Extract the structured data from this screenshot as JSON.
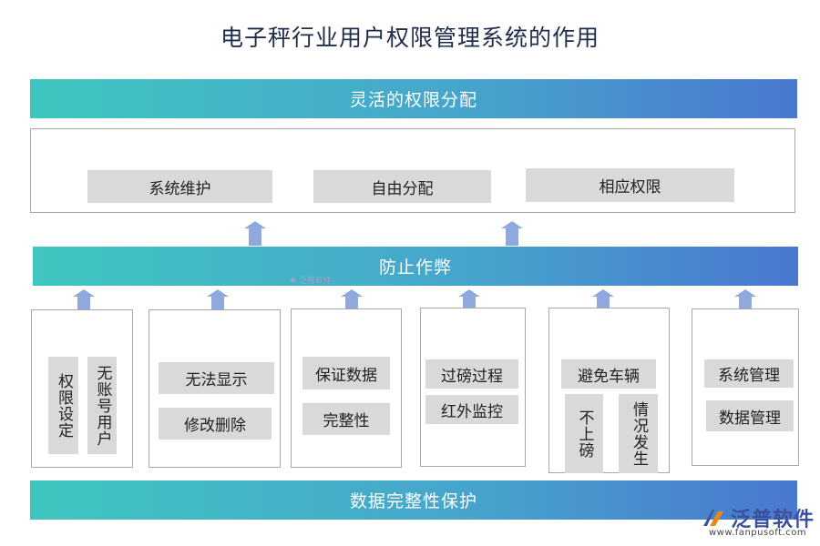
{
  "title": "电子秤行业用户权限管理系统的作用",
  "top_band": "灵活的权限分配",
  "top_items": [
    "系统维护",
    "自由分配",
    "相应权限"
  ],
  "middle_band": "防止作弊",
  "columns": [
    {
      "items": [
        "权限设定",
        "无账号用户"
      ]
    },
    {
      "items": [
        "无法显示",
        "修改删除"
      ]
    },
    {
      "items": [
        "保证数据",
        "完整性"
      ]
    },
    {
      "items": [
        "过磅过程",
        "红外监控"
      ]
    },
    {
      "items": [
        "避免车辆",
        "不上磅",
        "情况发生"
      ]
    },
    {
      "items": [
        "系统管理",
        "数据管理"
      ]
    }
  ],
  "bottom_band": "数据完整性保护",
  "watermark": {
    "small": "泛普软件",
    "brand": "泛普软件",
    "url": "www.fanpusoft.com"
  },
  "colors": {
    "band_start": "#3fc6c0",
    "band_end": "#4a78cf",
    "chip": "#d9d9d9",
    "arrow": "#8fa9de",
    "title": "#1f2d4d"
  }
}
